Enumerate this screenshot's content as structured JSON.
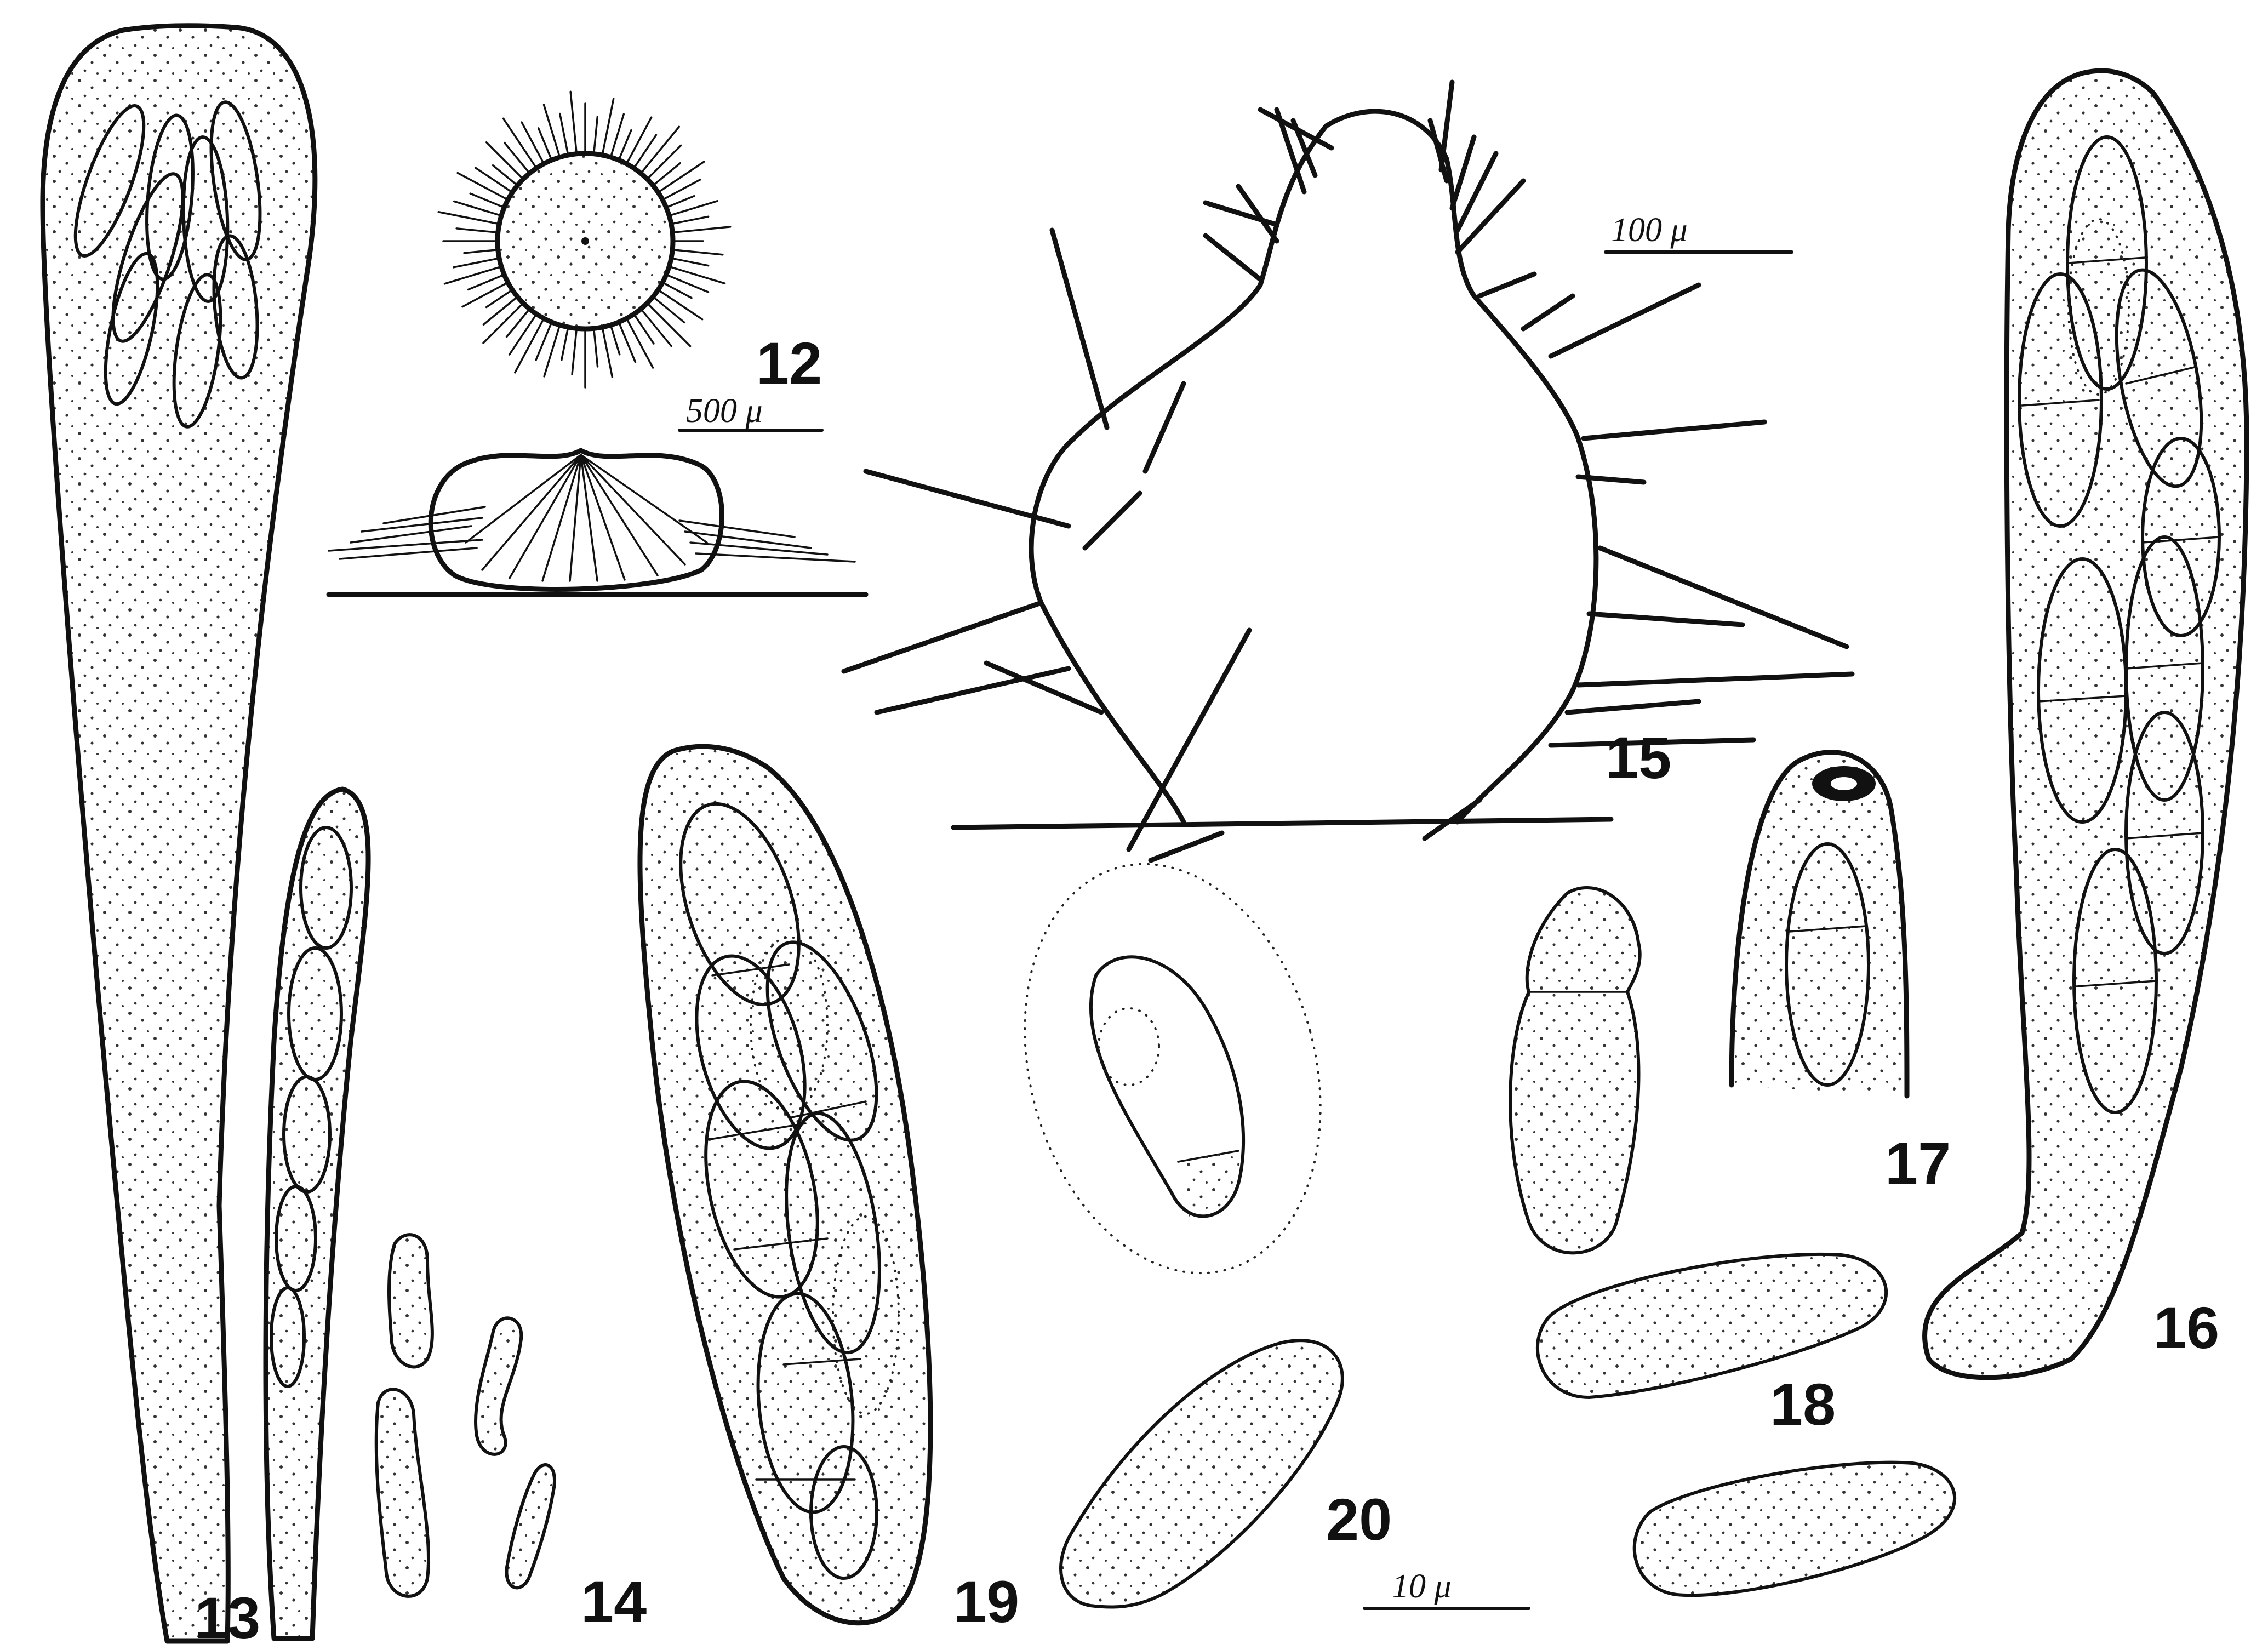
{
  "figure_numbers": {
    "f12": "12",
    "f13": "13",
    "f14": "14",
    "f15": "15",
    "f16": "16",
    "f17": "17",
    "f18": "18",
    "f19": "19",
    "f20": "20"
  },
  "scale_bars": {
    "s500": "500 μ",
    "s100": "100 μ",
    "s10": "10 μ"
  }
}
